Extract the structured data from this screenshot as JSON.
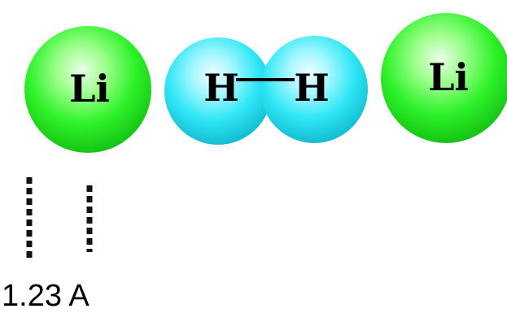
{
  "atoms": {
    "li_left": {
      "label": "Li",
      "color": "#22ee22"
    },
    "h_left": {
      "label": "H",
      "color": "#1fe5f5"
    },
    "h_right": {
      "label": "H",
      "color": "#1fe5f5"
    },
    "li_right": {
      "label": "Li",
      "color": "#22ee22"
    }
  },
  "bond": {
    "color": "#000000"
  },
  "distance": {
    "label": "1.23 A"
  }
}
